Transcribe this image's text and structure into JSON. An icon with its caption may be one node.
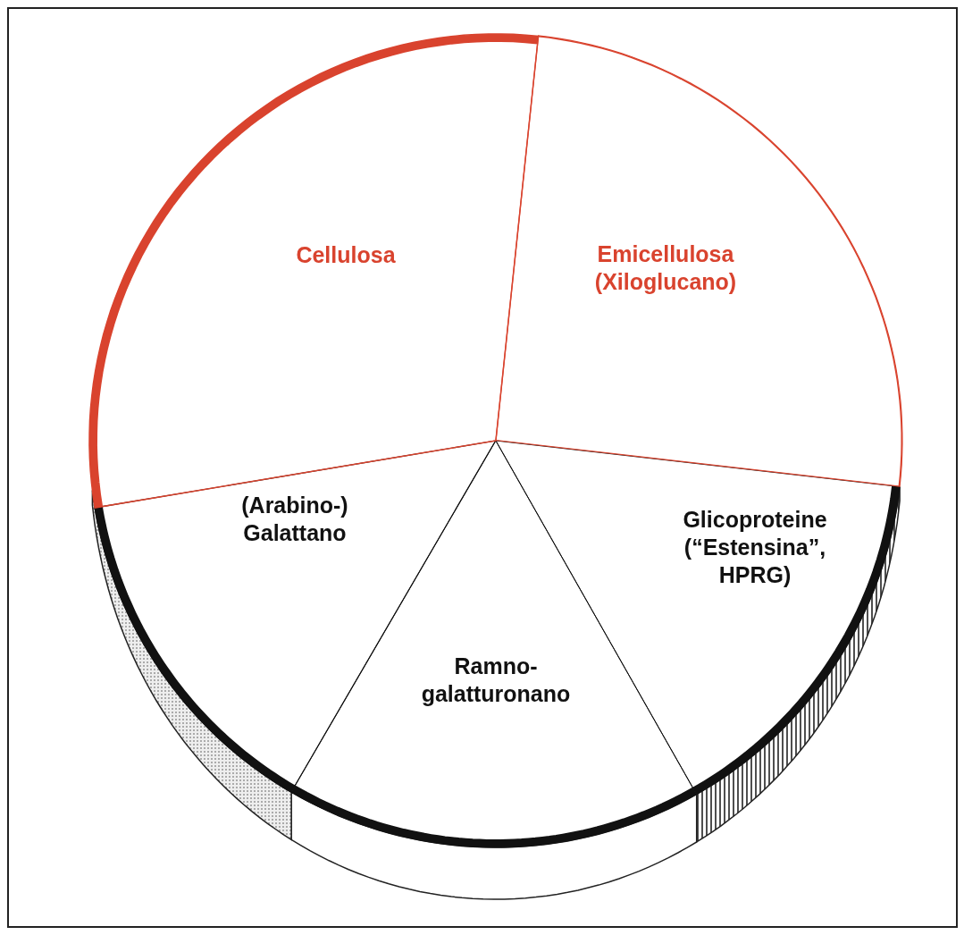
{
  "diagram": {
    "nodes": [
      {
        "text": [
          "Cellulosa"
        ]
      },
      {
        "text": [
          "Emicellulosa (Xiloglucano)"
        ]
      },
      {
        "text": [
          "(Arabino-) Galattano"
        ]
      },
      {
        "text": [
          "Glicoproteine (“Estensina”, HPRG)"
        ]
      },
      {
        "text": [
          "Ramno- galatturonano"
        ]
      }
    ],
    "edges": []
  }
}
